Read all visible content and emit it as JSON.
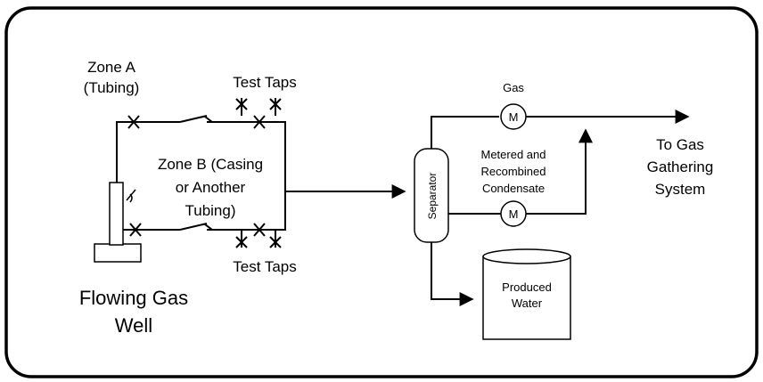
{
  "labels": {
    "zone_a_line1": "Zone A",
    "zone_a_line2": "(Tubing)",
    "test_taps_top": "Test Taps",
    "test_taps_bottom": "Test Taps",
    "zone_b_line1": "Zone B (Casing",
    "zone_b_line2": "or Another",
    "zone_b_line3": "Tubing)",
    "well_line1": "Flowing Gas",
    "well_line2": "Well",
    "separator": "Separator",
    "gas": "Gas",
    "meter_symbol_gas": "M",
    "meter_symbol_condensate": "M",
    "condensate_line1": "Metered and",
    "condensate_line2": "Recombined",
    "condensate_line3": "Condensate",
    "destination_line1": "To Gas",
    "destination_line2": "Gathering",
    "destination_line3": "System",
    "water_line1": "Produced",
    "water_line2": "Water"
  }
}
